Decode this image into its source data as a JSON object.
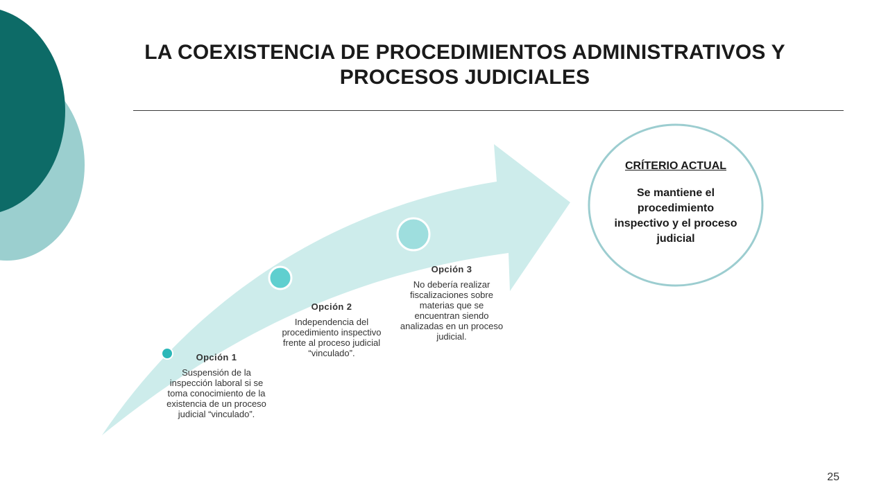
{
  "title": "LA COEXISTENCIA DE PROCEDIMIENTOS ADMINISTRATIVOS Y PROCESOS JUDICIALES",
  "options": [
    {
      "header": "Opción 1",
      "text": "Suspensión de la inspección laboral si se toma conocimiento de la existencia de un proceso judicial “vinculado”."
    },
    {
      "header": "Opción 2",
      "text": "Independencia del procedimiento inspectivo frente al proceso judicial “vinculado”."
    },
    {
      "header": "Opción 3",
      "text": "No debería realizar fiscalizaciones sobre materias que se encuentran siendo analizadas en un proceso judicial."
    }
  ],
  "criterion": {
    "header": "CRÍTERIO ACTUAL",
    "body": "Se mantiene el procedimiento inspectivo y el proceso judicial"
  },
  "page_number": "25",
  "colors": {
    "dark_teal": "#0d6b67",
    "light_teal": "#9bcfcf",
    "arrow": "#cdeceb",
    "dot1": "#2bb7b8",
    "dot2": "#5fcfcf",
    "dot3": "#9edede",
    "circle_border": "#9ccdd0"
  }
}
